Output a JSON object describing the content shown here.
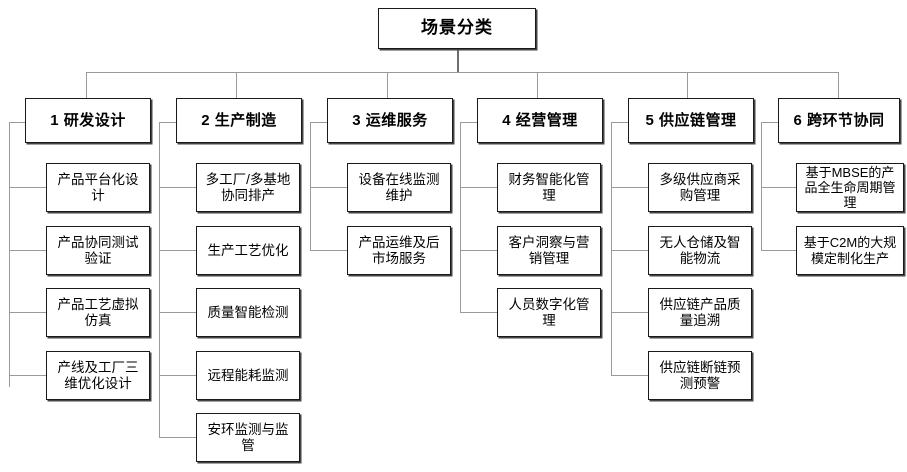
{
  "diagram": {
    "title": "场景分类",
    "type": "tree-chart",
    "root": {
      "label": "场景分类"
    },
    "branches": [
      {
        "id": 1,
        "label": "1 研发设计",
        "children": [
          {
            "label": "产品平台化设计"
          },
          {
            "label": "产品协同测试验证"
          },
          {
            "label": "产品工艺虚拟仿真"
          },
          {
            "label": "产线及工厂三维优化设计"
          }
        ]
      },
      {
        "id": 2,
        "label": "2 生产制造",
        "children": [
          {
            "label": "多工厂/多基地协同排产"
          },
          {
            "label": "生产工艺优化"
          },
          {
            "label": "质量智能检测"
          },
          {
            "label": "远程能耗监测"
          },
          {
            "label": "安环监测与监管"
          }
        ]
      },
      {
        "id": 3,
        "label": "3 运维服务",
        "children": [
          {
            "label": "设备在线监测维护"
          },
          {
            "label": "产品运维及后市场服务"
          }
        ]
      },
      {
        "id": 4,
        "label": "4 经营管理",
        "children": [
          {
            "label": "财务智能化管理"
          },
          {
            "label": "客户洞察与营销管理"
          },
          {
            "label": "人员数字化管理"
          }
        ]
      },
      {
        "id": 5,
        "label": "5 供应链管理",
        "children": [
          {
            "label": "多级供应商采购管理"
          },
          {
            "label": "无人仓储及智能物流"
          },
          {
            "label": "供应链产品质量追溯"
          },
          {
            "label": "供应链断链预测预警"
          }
        ]
      },
      {
        "id": 6,
        "label": "6 跨环节协同",
        "children": [
          {
            "label": "基于MBSE的产品全生命周期管理"
          },
          {
            "label": "基于C2M的大规模定制化生产"
          }
        ]
      }
    ],
    "colors": {
      "box_border": "#1a1a1a",
      "connector": "#9a9a9a",
      "background": "#ffffff",
      "text": "#000000"
    }
  }
}
